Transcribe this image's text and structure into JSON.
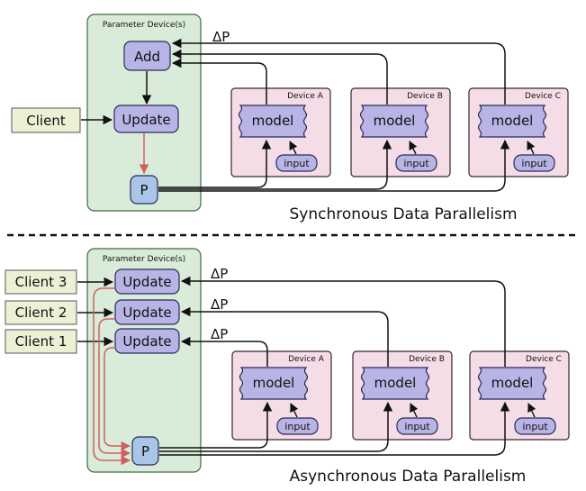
{
  "sync": {
    "title": "Synchronous Data Parallelism",
    "param_label": "Parameter Device(s)",
    "add_label": "Add",
    "update_label": "Update",
    "p_label": "P",
    "client_label": "Client",
    "delta_label": "ΔP",
    "devices": [
      {
        "name": "Device A",
        "model": "model",
        "input": "input"
      },
      {
        "name": "Device B",
        "model": "model",
        "input": "input"
      },
      {
        "name": "Device C",
        "model": "model",
        "input": "input"
      }
    ]
  },
  "async": {
    "title": "Asynchronous Data Parallelism",
    "param_label": "Parameter Device(s)",
    "update_labels": [
      "Update",
      "Update",
      "Update"
    ],
    "p_label": "P",
    "client_labels": [
      "Client 3",
      "Client 2",
      "Client 1"
    ],
    "delta_labels": [
      "ΔP",
      "ΔP",
      "ΔP"
    ],
    "devices": [
      {
        "name": "Device A",
        "model": "model",
        "input": "input"
      },
      {
        "name": "Device B",
        "model": "model",
        "input": "input"
      },
      {
        "name": "Device C",
        "model": "model",
        "input": "input"
      }
    ]
  },
  "colors": {
    "param_fill": "#d9ecd9",
    "param_stroke": "#3f6b3f",
    "node_fill": "#b9b4e6",
    "node_stroke": "#2c2a5a",
    "p_fill": "#a9c6e8",
    "client_fill": "#eef0d6",
    "device_fill": "#f4dde6",
    "device_stroke": "#3a2530",
    "red_arrow": "#d06060"
  }
}
